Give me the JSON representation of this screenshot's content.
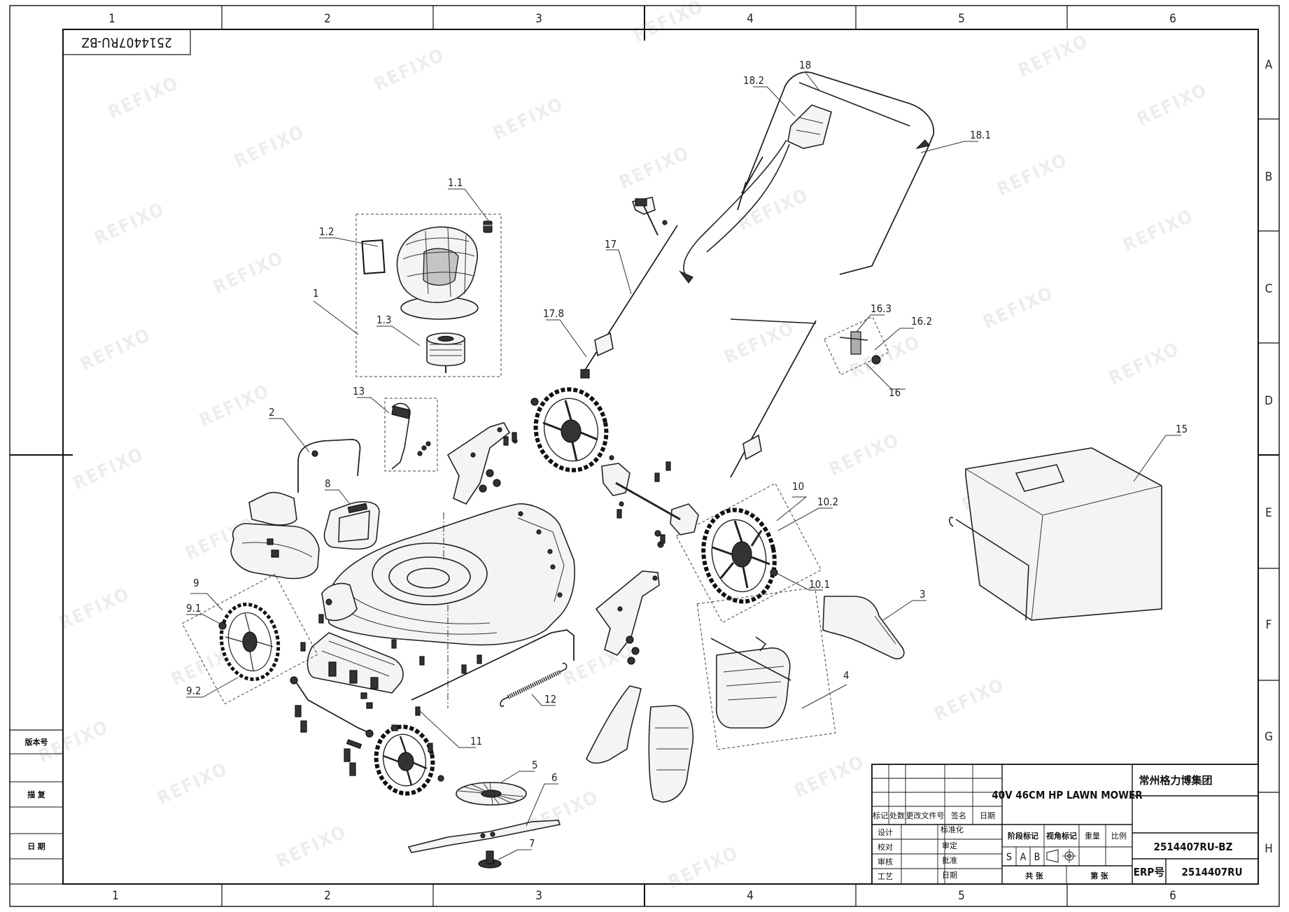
{
  "drawing_tag": "2514407RU-BZ",
  "zones": {
    "columns": [
      "1",
      "2",
      "3",
      "4",
      "5",
      "6"
    ],
    "rows": [
      "A",
      "B",
      "C",
      "D",
      "E",
      "F",
      "G",
      "H"
    ]
  },
  "callouts": [
    "1",
    "1.1",
    "1.2",
    "1.3",
    "2",
    "3",
    "4",
    "5",
    "6",
    "7",
    "8",
    "9",
    "9.1",
    "9.2",
    "10",
    "10.1",
    "10.2",
    "11",
    "12",
    "13",
    "15",
    "16",
    "16.2",
    "16.3",
    "17",
    "17.8",
    "18",
    "18.1",
    "18.2"
  ],
  "watermark": "REFIXO",
  "side_block": {
    "version_label": "版本号",
    "check_label": "描 复",
    "date_label": "日 期"
  },
  "title_block": {
    "product_name": "40V 46CM HP LAWN MOWER",
    "company": "常州格力博集团",
    "drawing_no": "2514407RU-BZ",
    "erp_label": "ERP号",
    "erp_no": "2514407RU",
    "revision_headers": [
      "标记",
      "处数",
      "更改文件号",
      "签名",
      "日期"
    ],
    "roles_left": [
      "设计",
      "校对",
      "审核",
      "工艺"
    ],
    "roles_right": [
      "标准化",
      "审定",
      "批准",
      "日期"
    ],
    "stage_label": "阶段标记",
    "marking_label": "视角标记",
    "weight_label": "重量",
    "scale_label": "比例",
    "stage_marks": [
      "S",
      "A",
      "B"
    ],
    "total_sheets_label": "共 张",
    "sheet_label": "第 张"
  }
}
